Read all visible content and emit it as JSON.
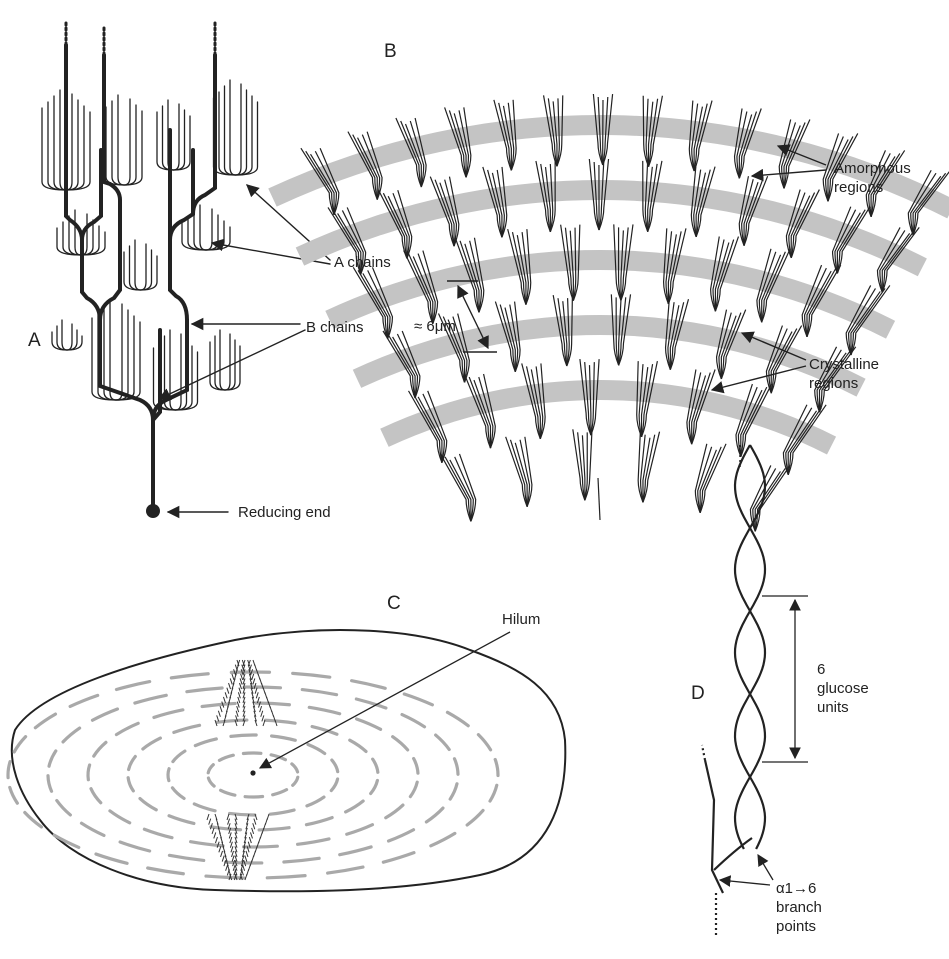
{
  "panels": {
    "a": {
      "letter": "A",
      "labels": {
        "a_chains": "A chains",
        "b_chains": "B chains",
        "reducing_end": "Reducing end"
      }
    },
    "b": {
      "letter": "B",
      "labels": {
        "amorphous": "Amorphous\nregions",
        "crystalline": "Crystalline\nregions",
        "scale": "≈ 6μm"
      }
    },
    "c": {
      "letter": "C",
      "labels": {
        "hilum": "Hilum"
      }
    },
    "d": {
      "letter": "D",
      "labels": {
        "glucose": "6\nglucose\nunits",
        "branch": "α1→6\nbranch\npoints"
      }
    }
  },
  "colors": {
    "ink": "#222222",
    "band": "#c4c4c4",
    "ring": "#a9a9a9",
    "background": "#ffffff"
  },
  "icons": [
    "arrow-icon",
    "reducing-end-dot-icon",
    "double-arrow-icon"
  ]
}
